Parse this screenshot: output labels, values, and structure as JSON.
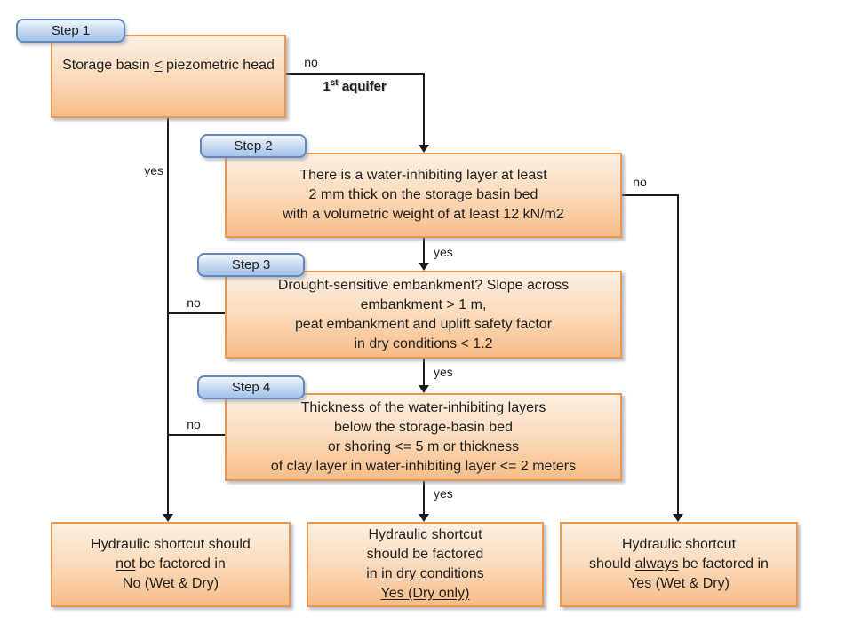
{
  "steps": {
    "step1": "Step 1",
    "step2": "Step 2",
    "step3": "Step 3",
    "step4": "Step 4"
  },
  "boxes": {
    "box1": {
      "lines": [
        [
          {
            "t": "Storage basin "
          },
          {
            "t": "<",
            "u": 1
          },
          {
            "t": " piezometric head"
          }
        ]
      ]
    },
    "box2": {
      "lines": [
        [
          {
            "t": "There is a water-inhibiting layer at least"
          }
        ],
        [
          {
            "t": "2 mm thick on the storage basin bed"
          }
        ],
        [
          {
            "t": "with a volumetric weight of at least 12 kN/m2"
          }
        ]
      ]
    },
    "box3": {
      "lines": [
        [
          {
            "t": "Drought-sensitive embankment? Slope across"
          }
        ],
        [
          {
            "t": "embankment > 1 m,"
          }
        ],
        [
          {
            "t": "peat embankment and uplift safety factor"
          }
        ],
        [
          {
            "t": "in dry conditions < 1.2"
          }
        ]
      ]
    },
    "box4": {
      "lines": [
        [
          {
            "t": "Thickness of the water-inhibiting layers"
          }
        ],
        [
          {
            "t": "below the storage-basin bed"
          }
        ],
        [
          {
            "t": "or shoring <= 5 m or thickness"
          }
        ],
        [
          {
            "t": "of clay layer in water-inhibiting layer <= 2 meters"
          }
        ]
      ]
    },
    "outcome_never": {
      "lines": [
        [
          {
            "t": "Hydraulic shortcut should"
          }
        ],
        [
          {
            "t": "not",
            "u": 1
          },
          {
            "t": " be factored in"
          }
        ],
        [
          {
            "t": "No (Wet & Dry)"
          }
        ]
      ]
    },
    "outcome_dry": {
      "lines": [
        [
          {
            "t": "Hydraulic shortcut"
          }
        ],
        [
          {
            "t": "should be factored"
          }
        ],
        [
          {
            "t": "in "
          },
          {
            "t": "in dry conditions",
            "u": 1
          }
        ],
        [
          {
            "t": "Yes (Dry only)",
            "u": 1
          }
        ]
      ]
    },
    "outcome_always": {
      "lines": [
        [
          {
            "t": "Hydraulic shortcut"
          }
        ],
        [
          {
            "t": "should "
          },
          {
            "t": "always",
            "u": 1
          },
          {
            "t": " be factored in"
          }
        ],
        [
          {
            "t": "Yes (Wet & Dry)"
          }
        ]
      ]
    }
  },
  "edge_labels": {
    "step1_no": "no",
    "aquifer": [
      {
        "t": "1"
      },
      {
        "t": "st",
        "sup": 1
      },
      {
        "t": " aquifer"
      }
    ],
    "step1_yes": "yes",
    "step2_yes": "yes",
    "step2_no": "no",
    "step3_yes": "yes",
    "step3_no": "no",
    "step4_yes": "yes",
    "step4_no": "no"
  },
  "colors": {
    "box_fill_top": "#fdf0e3",
    "box_fill_bottom": "#f7bd88",
    "box_border": "#ec9750",
    "step_fill_top": "#f0f5fb",
    "step_fill_bottom": "#a6c4ea",
    "step_border": "#6388b9",
    "line": "#1a1a1a",
    "text": "#1f1f1f",
    "background": "#ffffff"
  }
}
